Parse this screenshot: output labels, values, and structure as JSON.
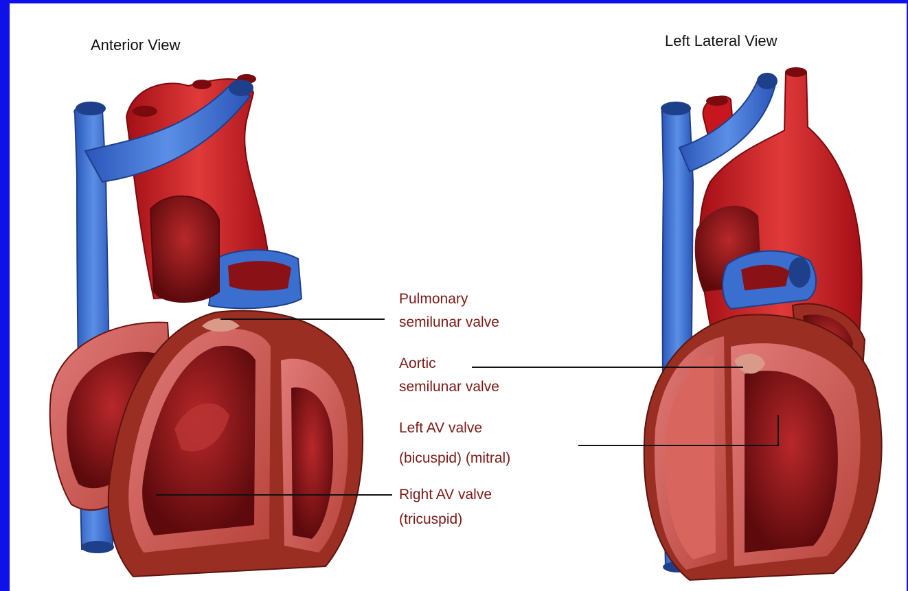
{
  "views": {
    "anterior": {
      "title": "Anterior View"
    },
    "lateral": {
      "title": "Left Lateral View"
    }
  },
  "labels": {
    "pulmonary": {
      "line1": "Pulmonary",
      "line2": "semilunar valve"
    },
    "aortic": {
      "line1": "Aortic",
      "line2": "semilunar valve"
    },
    "left_av": {
      "line1": "Left AV valve",
      "line2": "(bicuspid) (mitral)"
    },
    "right_av": {
      "line1": "Right AV valve",
      "line2": "(tricuspid)"
    }
  },
  "colors": {
    "border": "#1010e8",
    "background": "#ffffff",
    "vein_blue": "#3a6fd0",
    "artery_red": "#c8161e",
    "muscle_brown": "#9a2e22",
    "chamber_dark": "#6e0c10",
    "label_text": "#7a1a16"
  }
}
